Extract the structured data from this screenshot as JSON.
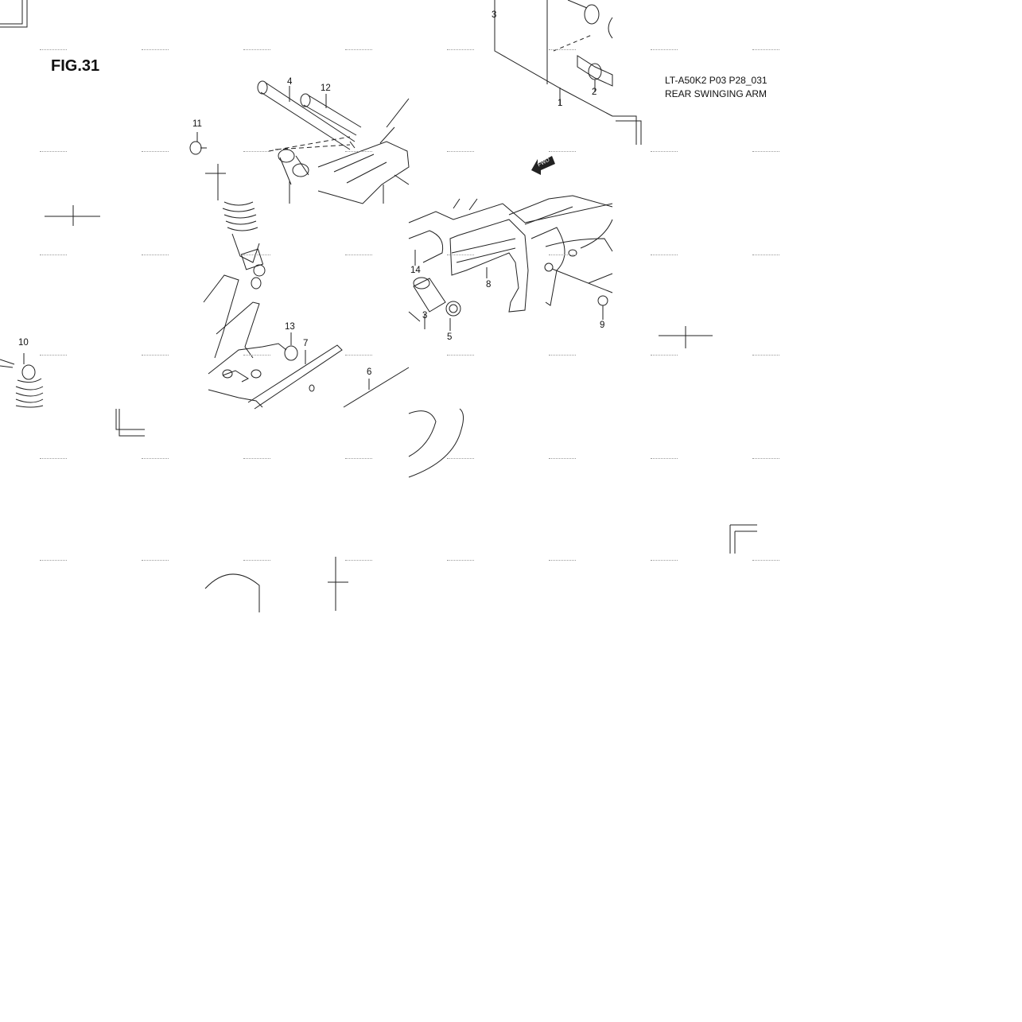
{
  "figure": {
    "label": "FIG.31",
    "code": "LT-A50K2 P03 P28_031",
    "title": "REAR SWINGING ARM",
    "fwd_arrow_text": "FWD"
  },
  "callouts": [
    {
      "id": "1",
      "text": "1"
    },
    {
      "id": "2",
      "text": "2"
    },
    {
      "id": "3a",
      "text": "3"
    },
    {
      "id": "3b",
      "text": "3"
    },
    {
      "id": "4",
      "text": "4"
    },
    {
      "id": "5",
      "text": "5"
    },
    {
      "id": "6",
      "text": "6"
    },
    {
      "id": "7",
      "text": "7"
    },
    {
      "id": "8",
      "text": "8"
    },
    {
      "id": "9",
      "text": "9"
    },
    {
      "id": "10",
      "text": "10"
    },
    {
      "id": "11",
      "text": "11"
    },
    {
      "id": "12",
      "text": "12"
    },
    {
      "id": "13",
      "text": "13"
    },
    {
      "id": "14",
      "text": "14"
    }
  ],
  "colors": {
    "line": "#222222",
    "watermark": "#9a9a9a"
  }
}
